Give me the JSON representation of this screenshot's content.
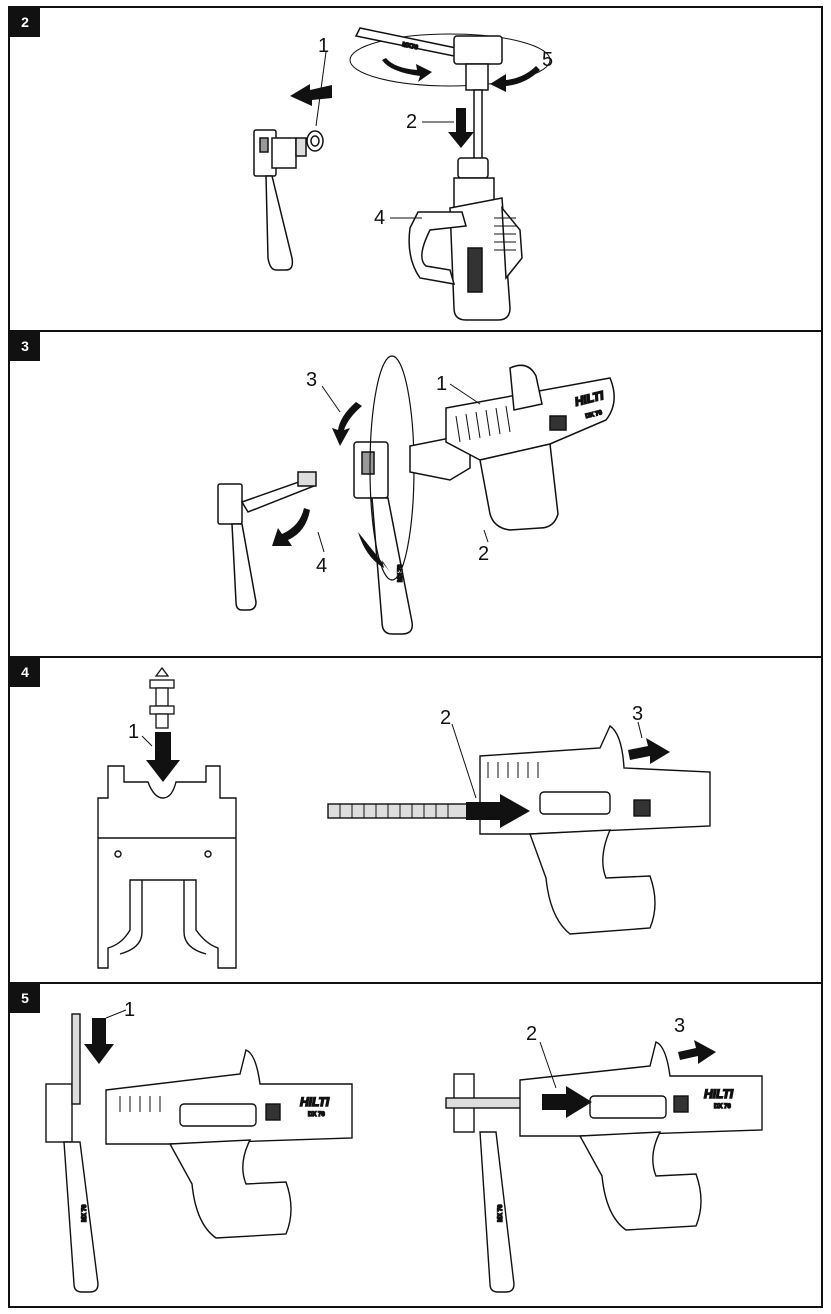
{
  "panels": [
    {
      "number": "2",
      "callouts": [
        "1",
        "2",
        "4",
        "5"
      ],
      "magazine_label": "MX76"
    },
    {
      "number": "3",
      "callouts": [
        "1",
        "2",
        "3",
        "4"
      ],
      "magazine_label": "MX 76",
      "logo": "HILTI",
      "model": "DX 76"
    },
    {
      "number": "4",
      "callouts": [
        "1",
        "2",
        "3"
      ]
    },
    {
      "number": "5",
      "callouts": [
        "1",
        "2",
        "3"
      ],
      "magazine_label": "MX 76",
      "logo": "HILTI",
      "model": "DX 76"
    }
  ],
  "colors": {
    "ink": "#111111",
    "paper": "#ffffff",
    "shade": "#cfcfcf"
  }
}
